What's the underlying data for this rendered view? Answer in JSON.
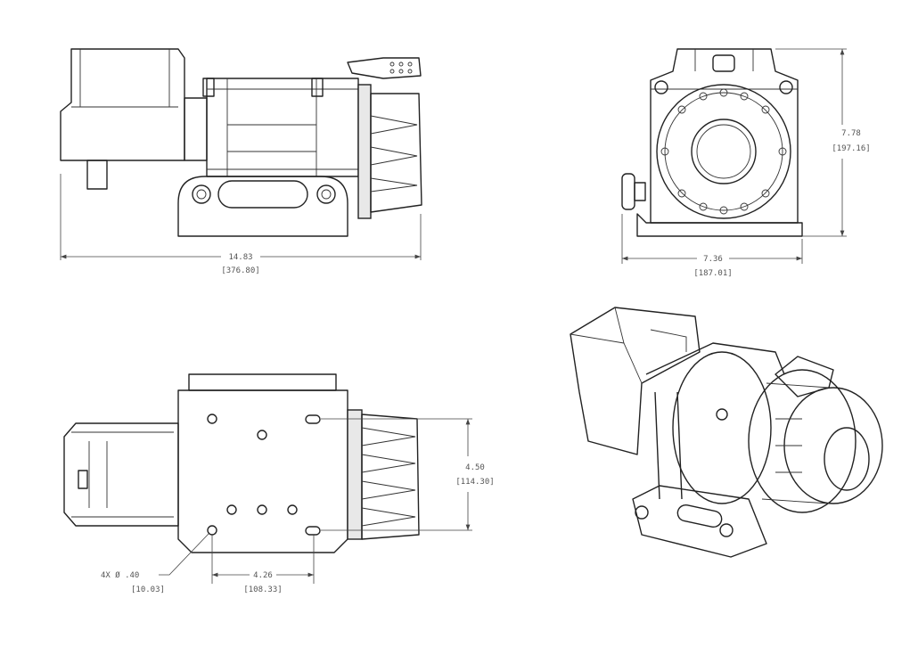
{
  "views": {
    "side": {
      "length_in": "14.83",
      "length_mm": "[376.80]"
    },
    "front": {
      "height_in": "7.78",
      "height_mm": "[197.16]",
      "width_in": "7.36",
      "width_mm": "[187.01]"
    },
    "top": {
      "bolt_spacing_vertical_in": "4.50",
      "bolt_spacing_vertical_mm": "[114.30]",
      "bolt_spacing_horizontal_in": "4.26",
      "bolt_spacing_horizontal_mm": "[108.33]",
      "hole_callout": "4X  Ø .40",
      "hole_callout_mm": "[10.03]"
    },
    "isometric": {}
  }
}
